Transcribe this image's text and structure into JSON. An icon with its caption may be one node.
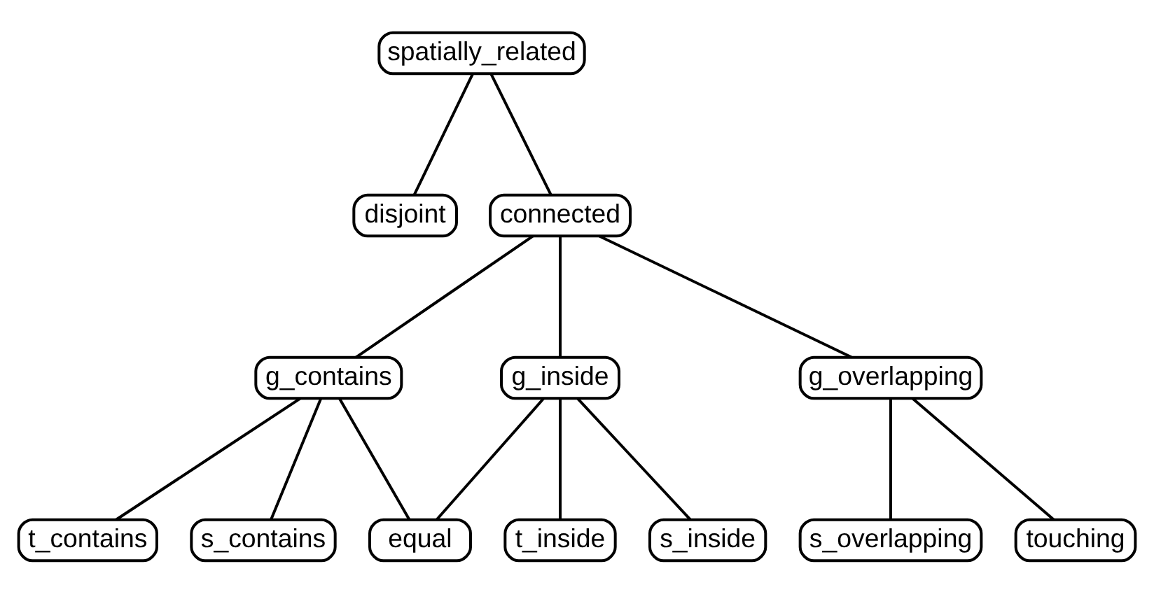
{
  "diagram": {
    "nodes": [
      {
        "text": [
          "spatially_related"
        ]
      },
      {
        "text": [
          "disjoint"
        ]
      },
      {
        "text": [
          "connected"
        ]
      },
      {
        "text": [
          "g_contains"
        ]
      },
      {
        "text": [
          "g_inside"
        ]
      },
      {
        "text": [
          "g_overlapping"
        ]
      },
      {
        "text": [
          "t_contains"
        ]
      },
      {
        "text": [
          "s_contains"
        ]
      },
      {
        "text": [
          "equal"
        ]
      },
      {
        "text": [
          "t_inside"
        ]
      },
      {
        "text": [
          "s_inside"
        ]
      },
      {
        "text": [
          "s_overlapping"
        ]
      },
      {
        "text": [
          "touching"
        ]
      }
    ],
    "edges": [
      {
        "from": 0,
        "to": 1,
        "arrow": "none"
      },
      {
        "from": 0,
        "to": 2,
        "arrow": "none"
      },
      {
        "from": 2,
        "to": 3,
        "arrow": "none"
      },
      {
        "from": 2,
        "to": 4,
        "arrow": "none"
      },
      {
        "from": 2,
        "to": 5,
        "arrow": "none"
      },
      {
        "from": 3,
        "to": 6,
        "arrow": "none"
      },
      {
        "from": 3,
        "to": 7,
        "arrow": "none"
      },
      {
        "from": 3,
        "to": 8,
        "arrow": "none"
      },
      {
        "from": 4,
        "to": 8,
        "arrow": "none"
      },
      {
        "from": 4,
        "to": 9,
        "arrow": "none"
      },
      {
        "from": 4,
        "to": 10,
        "arrow": "none"
      },
      {
        "from": 5,
        "to": 11,
        "arrow": "none"
      },
      {
        "from": 5,
        "to": 12,
        "arrow": "none"
      }
    ]
  }
}
